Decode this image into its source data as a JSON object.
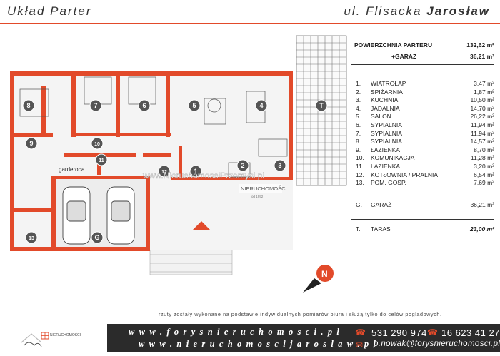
{
  "header": {
    "left_title": "Układ Parter",
    "right_title_prefix": "ul. Flisacka",
    "right_title_city": "Jarosław"
  },
  "plan": {
    "room_badges": [
      "1",
      "2",
      "3",
      "4",
      "5",
      "6",
      "7",
      "8",
      "9",
      "10",
      "11",
      "12",
      "13",
      "G",
      "T"
    ],
    "labels": {
      "garderoba": "garderoba"
    },
    "watermark": "www.NieruchomosciPrzemysl.pl",
    "stamp": "NIERUCHOMOŚCI",
    "stamp_sub": "od 1992",
    "north": "N"
  },
  "summary": {
    "area_label": "POWIERZCHNIA PARTERU",
    "area_value": "132,62 m²",
    "garage_label": "+GARAŻ",
    "garage_value": "36,21 m²"
  },
  "rooms": [
    {
      "no": "1.",
      "name": "WIATROŁAP",
      "area": "3,47 m²"
    },
    {
      "no": "2.",
      "name": "SPIŻARNIA",
      "area": "1,87 m²"
    },
    {
      "no": "3.",
      "name": "KUCHNIA",
      "area": "10,50 m²"
    },
    {
      "no": "4.",
      "name": "JADALNIA",
      "area": "14,70 m²"
    },
    {
      "no": "5.",
      "name": "SALON",
      "area": "26,22 m²"
    },
    {
      "no": "6.",
      "name": "SYPIALNIA",
      "area": "11,94 m²"
    },
    {
      "no": "7.",
      "name": "SYPIALNIA",
      "area": "11,94 m²"
    },
    {
      "no": "8.",
      "name": "SYPIALNIA",
      "area": "14,57 m²"
    },
    {
      "no": "9.",
      "name": "ŁAZIENKA",
      "area": "8,70 m²"
    },
    {
      "no": "10.",
      "name": "KOMUNIKACJA",
      "area": "11,28 m²"
    },
    {
      "no": "11.",
      "name": "ŁAZIENKA",
      "area": "3,20 m²"
    },
    {
      "no": "12.",
      "name": "KOTŁOWNIA / PRALNIA",
      "area": "6,54 m²"
    },
    {
      "no": "13.",
      "name": "POM. GOSP.",
      "area": "7,69 m²"
    }
  ],
  "garage_row": {
    "no": "G.",
    "name": "GARAŻ",
    "area": "36,21 m²"
  },
  "terrace_row": {
    "no": "T.",
    "name": "TARAS",
    "area": "23,00 m²"
  },
  "note": "rzuty zostały wykonane na podstawie indywidualnych pomiarów biura i służą tylko do celów poglądowych.",
  "footer": {
    "logo_text": "NIERUCHOMOŚCI",
    "web1": "w w w . f o r y s n i e r u c h o m o s c i . p l",
    "web2": "w w w . n i e r u c h o m o s c i j a r o s l a w . p l",
    "phone1": "531 290 974",
    "phone2": "16 623 41 27",
    "email": "p.nowak@forysnieruchomosci.pl"
  },
  "colors": {
    "accent": "#e24a2a",
    "wall": "#e24a2a",
    "dark": "#2b2b2b"
  }
}
